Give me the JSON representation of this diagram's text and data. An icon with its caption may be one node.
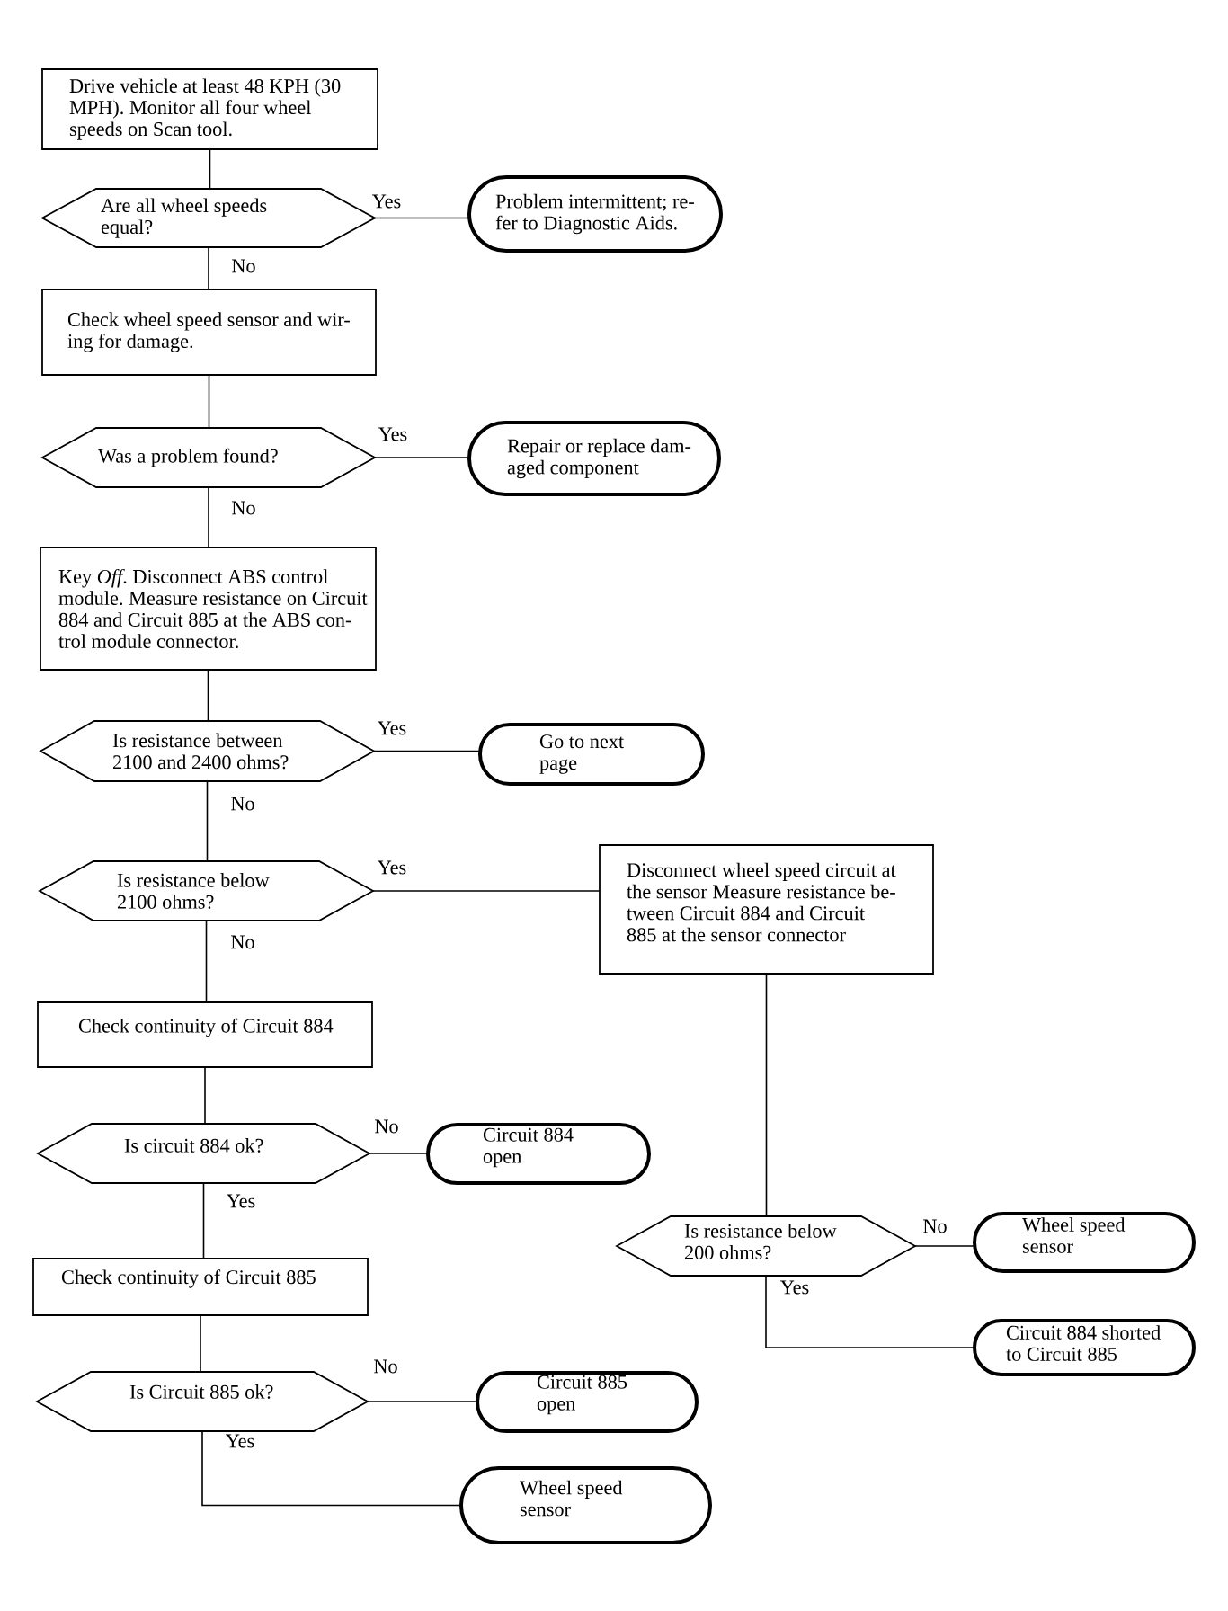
{
  "diagram": {
    "nodes": [
      {
        "text": [
          "Drive vehicle at least 48 KPH (30 MPH). Monitor all four wheel speeds on Scan tool."
        ]
      },
      {
        "text": [
          "Are all wheel speeds equal?"
        ]
      },
      {
        "text": [
          "Problem intermittent; re- fer to Diagnostic Aids."
        ]
      },
      {
        "text": [
          "Check wheel speed sensor and wir- ing for damage."
        ]
      },
      {
        "text": [
          "Was a problem found?"
        ]
      },
      {
        "text": [
          "Repair or replace dam- aged component"
        ]
      },
      {
        "text": [
          "Key *Off*. Disconnect ABS control module. Measure resistance on Circuit 884 and Circuit 885 at the ABS con- trol module connector."
        ]
      },
      {
        "text": [
          "Is resistance between 2100 and 2400 ohms?"
        ]
      },
      {
        "text": [
          "Go to next page"
        ]
      },
      {
        "text": [
          "Is resistance below 2100 ohms?"
        ]
      },
      {
        "text": [
          "Disconnect wheel speed circuit at the sensor Measure resistance be- tween Circuit 884 and Circuit 885 at the sensor connector"
        ]
      },
      {
        "text": [
          "Is resistance below 200 ohms?"
        ]
      },
      {
        "text": [
          "Wheel speed sensor"
        ]
      },
      {
        "text": [
          "Circuit 884 shorted to Circuit 885"
        ]
      },
      {
        "text": [
          "Check continuity of Circuit 884"
        ]
      },
      {
        "text": [
          "Is circuit 884 ok?"
        ]
      },
      {
        "text": [
          "Circuit 884 open"
        ]
      },
      {
        "text": [
          "Check continuity of Circuit 885"
        ]
      },
      {
        "text": [
          "Is Circuit 885 ok?"
        ]
      },
      {
        "text": [
          "Circuit 885 open"
        ]
      },
      {
        "text": [
          "Wheel speed sensor"
        ]
      }
    ],
    "edges": [
      {
        "from": 0,
        "to": 1,
        "arrow": "none"
      },
      {
        "from": 1,
        "to": 2,
        "arrow": "none",
        "label": "Yes"
      },
      {
        "from": 1,
        "to": 3,
        "arrow": "none",
        "label": "No"
      },
      {
        "from": 3,
        "to": 4,
        "arrow": "none"
      },
      {
        "from": 4,
        "to": 5,
        "arrow": "none",
        "label": "Yes"
      },
      {
        "from": 4,
        "to": 6,
        "arrow": "none",
        "label": "No"
      },
      {
        "from": 6,
        "to": 7,
        "arrow": "none"
      },
      {
        "from": 7,
        "to": 8,
        "arrow": "none",
        "label": "Yes"
      },
      {
        "from": 7,
        "to": 9,
        "arrow": "none",
        "label": "No"
      },
      {
        "from": 9,
        "to": 10,
        "arrow": "none",
        "label": "Yes"
      },
      {
        "from": 9,
        "to": 14,
        "arrow": "none",
        "label": "No"
      },
      {
        "from": 10,
        "to": 11,
        "arrow": "none"
      },
      {
        "from": 11,
        "to": 12,
        "arrow": "none",
        "label": "No"
      },
      {
        "from": 11,
        "to": 13,
        "arrow": "none",
        "label": "Yes"
      },
      {
        "from": 14,
        "to": 15,
        "arrow": "none"
      },
      {
        "from": 15,
        "to": 16,
        "arrow": "none",
        "label": "No"
      },
      {
        "from": 15,
        "to": 17,
        "arrow": "none",
        "label": "Yes"
      },
      {
        "from": 17,
        "to": 18,
        "arrow": "none"
      },
      {
        "from": 18,
        "to": 19,
        "arrow": "none",
        "label": "No"
      },
      {
        "from": 18,
        "to": 20,
        "arrow": "none",
        "label": "Yes"
      }
    ]
  }
}
